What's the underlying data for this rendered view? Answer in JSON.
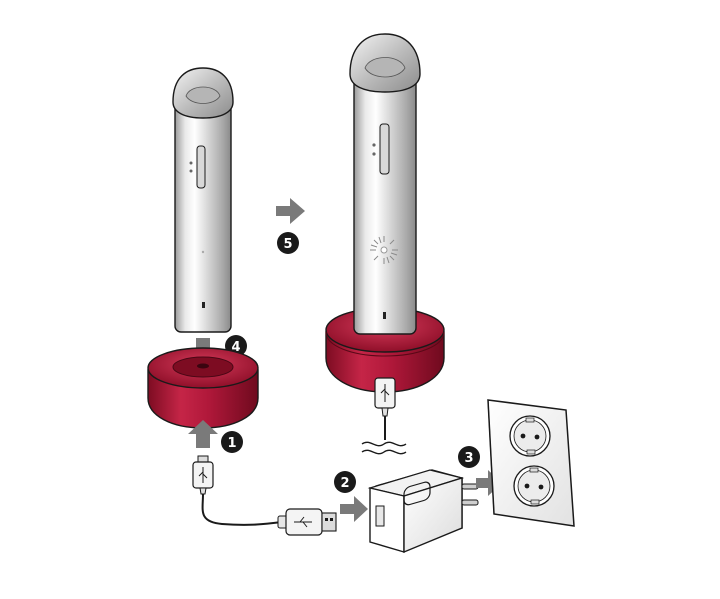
{
  "colors": {
    "base": "#a8132f",
    "base_dark": "#7d0c22",
    "base_light": "#c52547",
    "device_light": "#f2f2f2",
    "device_mid": "#c9c9c9",
    "device_dark": "#8e8e8e",
    "arrow": "#7a7a7a",
    "badge": "#1a1a1a",
    "outline": "#1a1a1a"
  },
  "steps": [
    {
      "id": "1",
      "label": "1",
      "icon": "usb-into-base-arrow-icon"
    },
    {
      "id": "2",
      "label": "2",
      "icon": "usb-into-adapter-arrow-icon"
    },
    {
      "id": "3",
      "label": "3",
      "icon": "adapter-into-socket-arrow-icon"
    },
    {
      "id": "4",
      "label": "4",
      "icon": "device-onto-base-arrow-icon"
    },
    {
      "id": "5",
      "label": "5",
      "icon": "result-arrow-icon"
    }
  ],
  "icons": {
    "usb": "usb-symbol-icon",
    "charging_light": "charging-light-icon",
    "power_socket": "power-socket-icon",
    "power_adapter": "power-adapter-icon"
  }
}
